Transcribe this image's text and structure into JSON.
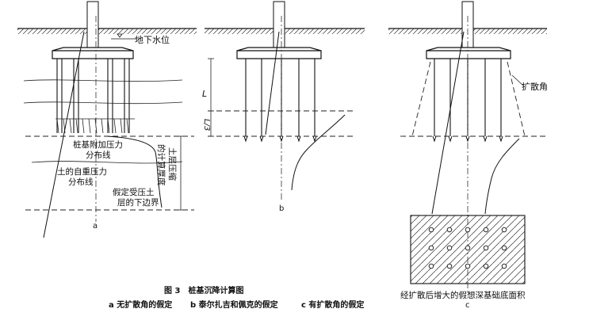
{
  "figure": {
    "title": "图 3　桩基沉降计算图",
    "subcaptions": [
      "a 无扩散角的假定",
      "b 泰尔扎吉和佩克的假定",
      "c 有扩散角的假定"
    ]
  },
  "panel_a": {
    "letter": "a",
    "groundwater": "地下水位",
    "additional_stress": [
      "桩基附加压力",
      "分布线"
    ],
    "self_weight_stress": [
      "土的自重压力",
      "分布线"
    ],
    "compression_depth": [
      "土层压缩",
      "的计算厚度"
    ],
    "lower_boundary": [
      "假定受压土",
      "层的下边界"
    ]
  },
  "panel_b": {
    "letter": "b",
    "length_label": "L",
    "third_label": "L/3"
  },
  "panel_c": {
    "letter": "c",
    "spread_angle": "扩散角",
    "deep_foundation": "经扩散后增大的假想深基础底面积"
  }
}
